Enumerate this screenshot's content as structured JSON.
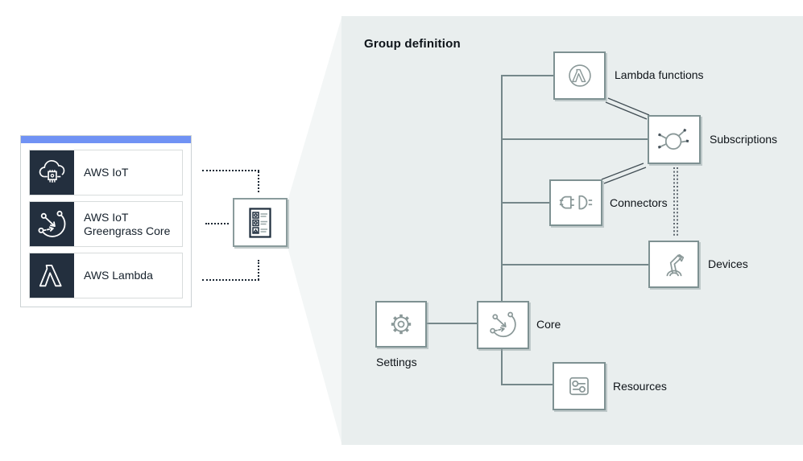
{
  "left_panel": {
    "items": [
      {
        "label": "AWS IoT",
        "icon": "aws-iot-cloud-icon"
      },
      {
        "label": "AWS IoT Greengrass Core",
        "icon": "greengrass-connections-icon"
      },
      {
        "label": "AWS Lambda",
        "icon": "lambda-icon"
      }
    ]
  },
  "connector": {
    "document_icon": "group-definition-document-icon"
  },
  "group_definition": {
    "title": "Group definition",
    "nodes": {
      "lambda_functions": {
        "label": "Lambda functions",
        "icon": "lambda-circle-icon"
      },
      "subscriptions": {
        "label": "Subscriptions",
        "icon": "subscriptions-hub-icon"
      },
      "connectors": {
        "label": "Connectors",
        "icon": "plug-connector-icon"
      },
      "devices": {
        "label": "Devices",
        "icon": "robot-arm-icon"
      },
      "settings": {
        "label": "Settings",
        "icon": "gear-icon"
      },
      "core": {
        "label": "Core",
        "icon": "greengrass-connections-icon"
      },
      "resources": {
        "label": "Resources",
        "icon": "sliders-icon"
      }
    }
  },
  "colors": {
    "accent_bar": "#7092f4",
    "icon_tile": "#232f3e",
    "panel_background": "#e9eeee",
    "funnel_fill": "#f3f6f6",
    "node_border": "#7e9192",
    "icon_stroke": "#8a9898",
    "connector_line": "#75878a",
    "dotted_line": "#1d2935",
    "text": "#0f1419"
  }
}
